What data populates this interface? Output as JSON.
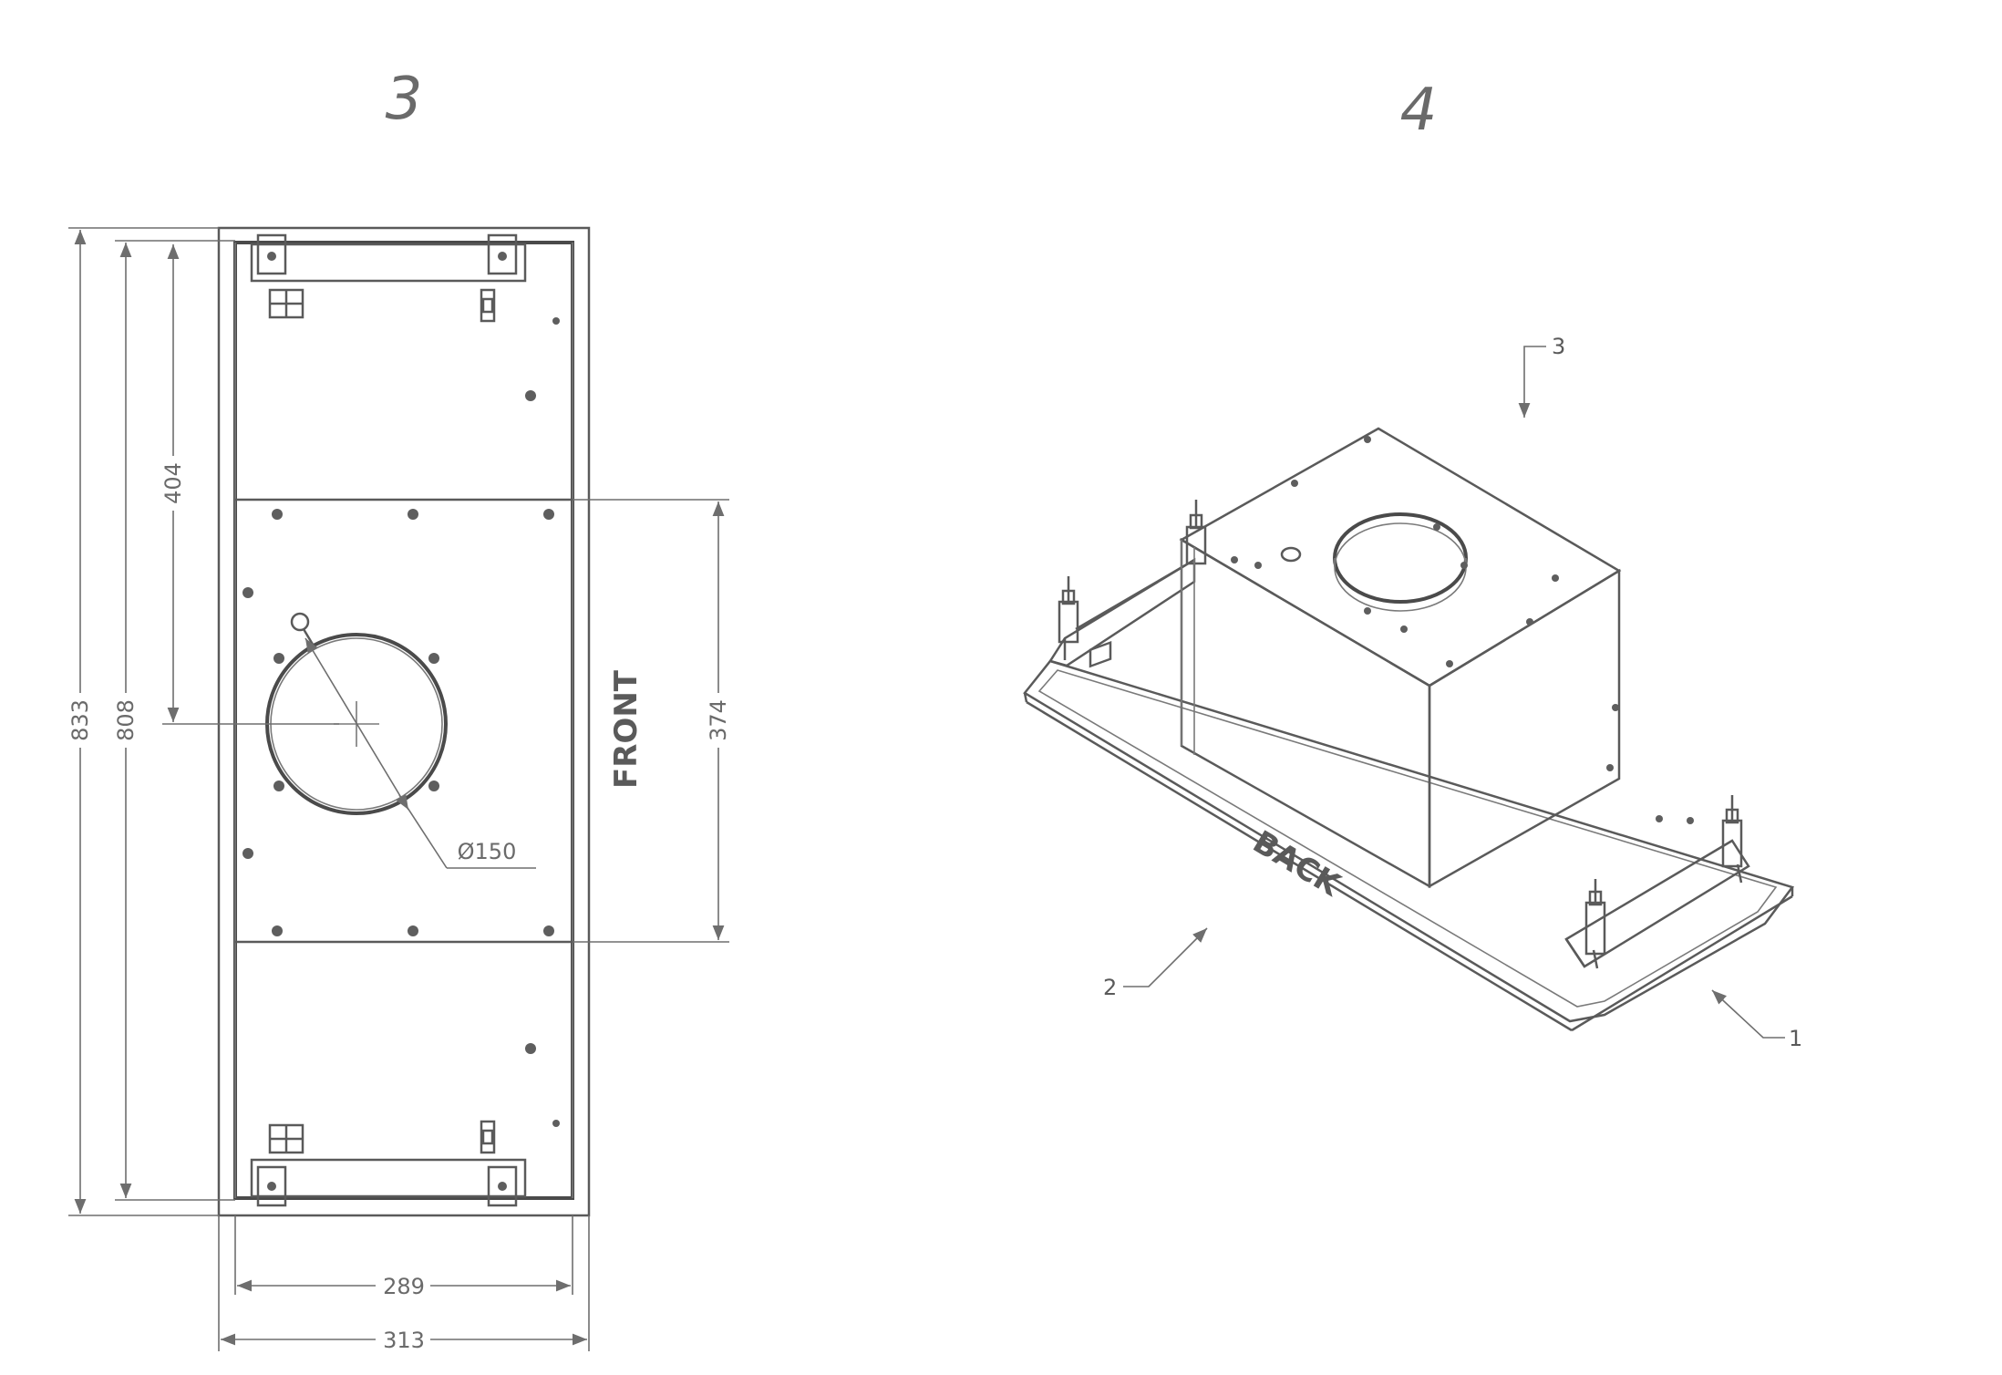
{
  "views": {
    "left": {
      "number": "3"
    },
    "right": {
      "number": "4"
    }
  },
  "dimensions": {
    "overall_height": "833",
    "inner_height": "808",
    "outlet_offset": "404",
    "panel_height": "374",
    "inner_width": "289",
    "overall_width": "313",
    "outlet_diameter": "Ø150"
  },
  "labels": {
    "front": "FRONT",
    "back": "BACK"
  },
  "callouts": {
    "item_1": "1",
    "item_2": "2",
    "item_3": "3"
  }
}
